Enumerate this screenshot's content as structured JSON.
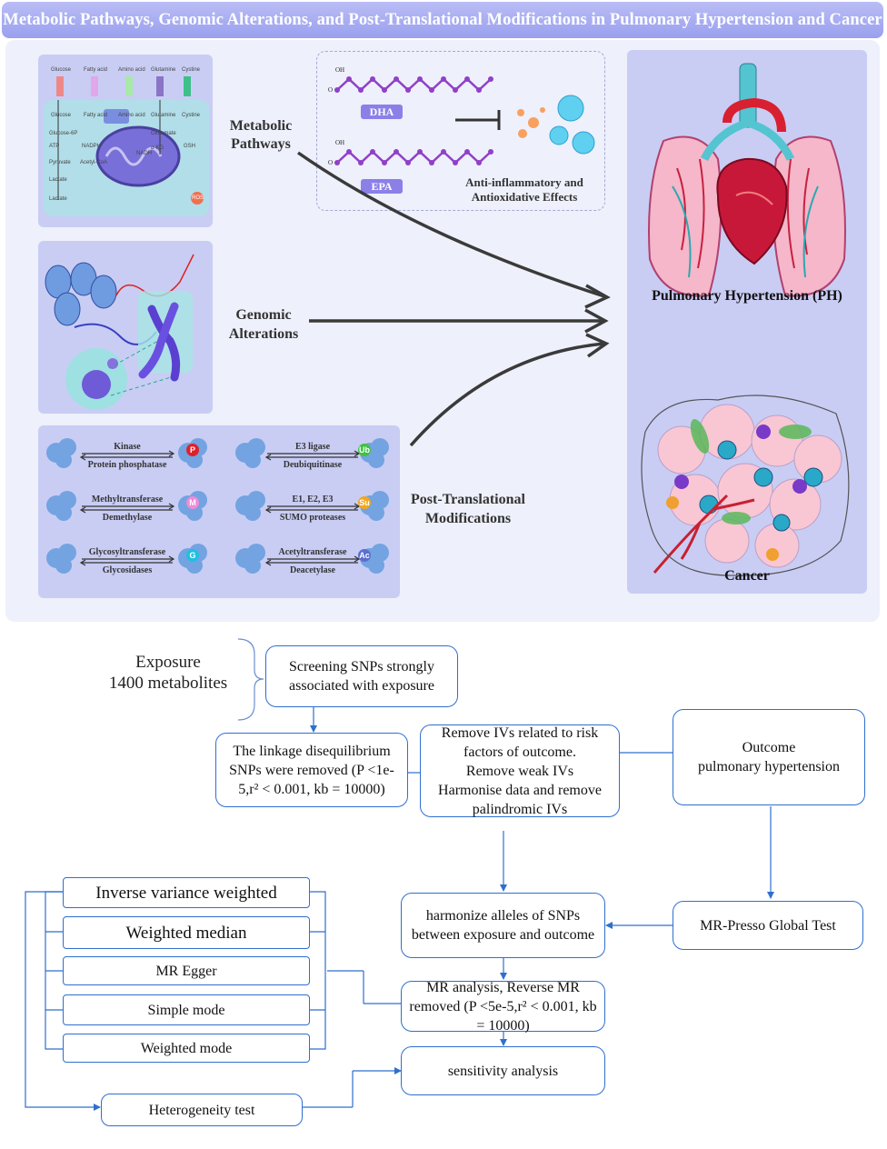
{
  "title": "Metabolic Pathways, Genomic Alterations, and Post-Translational Modifications in Pulmonary Hypertension and Cancer",
  "top": {
    "labels": {
      "metabolic": [
        "Metabolic",
        "Pathways"
      ],
      "genomic": [
        "Genomic",
        "Alterations"
      ],
      "ptm": [
        "Post-Translational",
        "Modifications"
      ]
    },
    "dha": "DHA",
    "epa": "EPA",
    "oh": "OH",
    "o": "O",
    "effects": [
      "Anti-inflammatory and",
      "Antioxidative Effects"
    ],
    "ph_label": "Pulmonary Hypertension (PH)",
    "cancer_label": "Cancer",
    "metabolic_mini": {
      "top": [
        "Glucose",
        "Fatty acid",
        "Amino acid",
        "Glutamine",
        "Cystine"
      ],
      "second": [
        "Glucose",
        "Fatty acid",
        "Amino acid",
        "Glutamine",
        "Cystine"
      ],
      "left": [
        "Glucose-6P",
        "ATP",
        "Pyruvate",
        "Lactate",
        "Lactate"
      ],
      "center": [
        "NADPH",
        "Acetyl-CoA",
        "NADH",
        "Glutamate",
        "α-KG",
        "GSH"
      ],
      "legend": "ROS"
    },
    "ptm": [
      {
        "forward": "Kinase",
        "reverse": "Protein phosphatase",
        "badge": "P",
        "color": "#e0202a"
      },
      {
        "forward": "E3 ligase",
        "reverse": "Deubiquitinase",
        "badge": "Ub",
        "color": "#3fc23f"
      },
      {
        "forward": "Methyltransferase",
        "reverse": "Demethylase",
        "badge": "M",
        "color": "#f08ad8"
      },
      {
        "forward": "E1, E2, E3",
        "reverse": "SUMO proteases",
        "badge": "Su",
        "color": "#f0a820"
      },
      {
        "forward": "Glycosyltransferase",
        "reverse": "Glycosidases",
        "badge": "G",
        "color": "#20c0e0"
      },
      {
        "forward": "Acetyltransferase",
        "reverse": "Deacetylase",
        "badge": "Ac",
        "color": "#5a6fd0"
      }
    ]
  },
  "flow": {
    "exposure": [
      "Exposure",
      "1400 metabolites"
    ],
    "screening": "Screening SNPs strongly associated with exposure",
    "linkage": "The linkage disequilibrium SNPs were removed (P <1e-5,r² < 0.001, kb = 10000)",
    "remove": [
      "Remove IVs related to risk factors of outcome.",
      "Remove weak IVs",
      "Harmonise data and remove palindromic IVs"
    ],
    "outcome": [
      "Outcome",
      "pulmonary hypertension"
    ],
    "harmonize": "harmonize alleles of SNPs between exposure and outcome",
    "mrpresso": "MR-Presso Global Test",
    "mr_analysis": "MR analysis, Reverse MR removed (P <5e-5,r² < 0.001, kb = 10000)",
    "sensitivity": "sensitivity analysis",
    "methods": [
      "Inverse variance weighted",
      "Weighted median",
      "MR Egger",
      "Simple mode",
      "Weighted mode"
    ],
    "heterogeneity": "Heterogeneity test"
  }
}
